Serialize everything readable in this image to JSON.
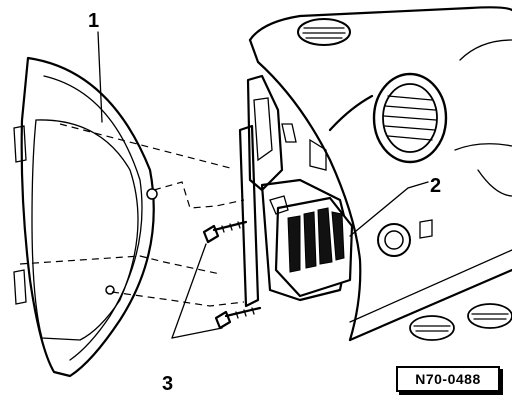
{
  "callouts": [
    {
      "label": "1"
    },
    {
      "label": "2"
    },
    {
      "label": "3"
    }
  ],
  "reference_code": "N70-0488"
}
